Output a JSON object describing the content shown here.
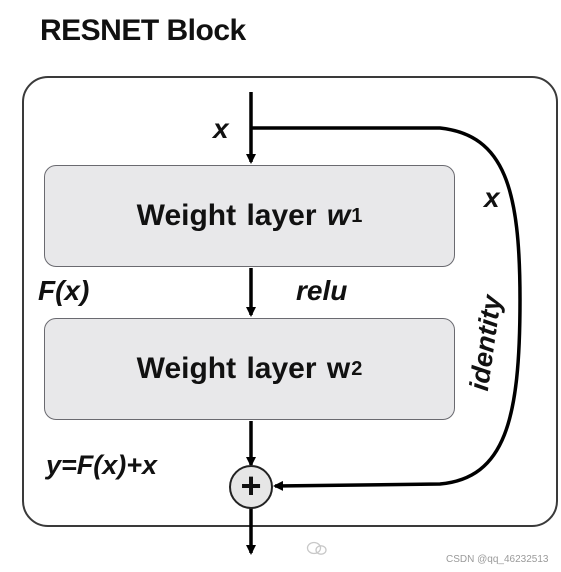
{
  "title": "RESNET Block",
  "diagram": {
    "input_label": "x",
    "identity_x_label": "x",
    "layer1": {
      "prefix": "Weight layer ",
      "var": "w",
      "sub": "1"
    },
    "layer2": {
      "prefix": "Weight layer ",
      "var": "w",
      "sub": "2"
    },
    "fx_label": "F(x)",
    "activation_label": "relu",
    "identity_label": "identity",
    "output_label": "y=F(x)+x",
    "sum_symbol": "+"
  },
  "watermark": "CSDN @qq_46232513",
  "colors": {
    "frame": "#3a3a3a",
    "box_fill": "#e8e8ea",
    "box_border": "#6a6a70",
    "line": "#000000",
    "sum_fill": "#e6e6e6"
  }
}
